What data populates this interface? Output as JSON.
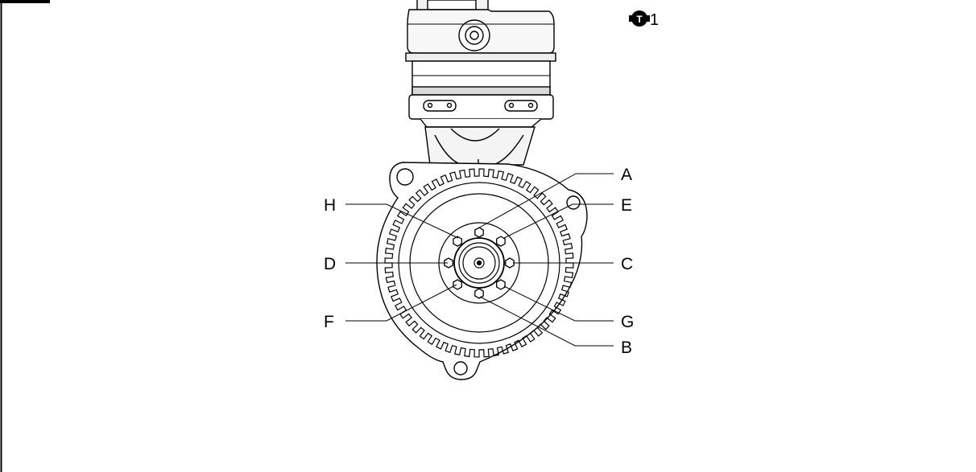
{
  "torque_callout": {
    "symbol": "T",
    "icon": "torque-wrench-icon",
    "number": "1"
  },
  "callouts": {
    "A": "A",
    "B": "B",
    "C": "C",
    "D": "D",
    "E": "E",
    "F": "F",
    "G": "G",
    "H": "H"
  },
  "colors": {
    "line": "#000000",
    "fill": "#ffffff",
    "body": "#f2f2f2",
    "band": "#d9d9d9"
  }
}
